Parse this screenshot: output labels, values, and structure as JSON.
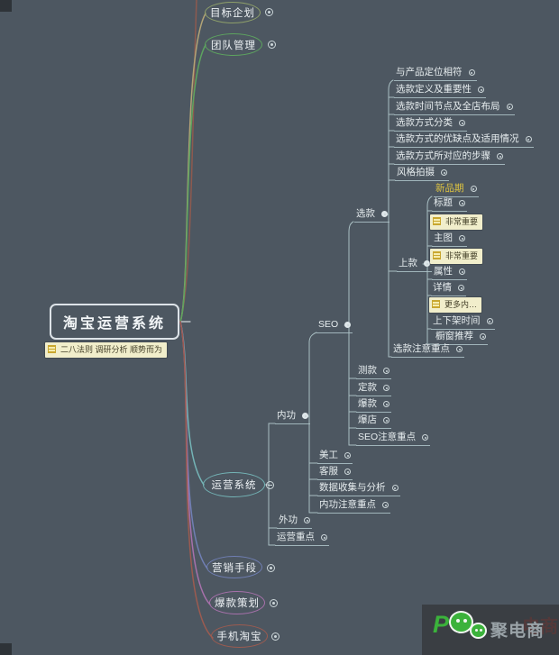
{
  "root": {
    "label": "淘宝运营系统",
    "note": "二八法则 调研分析 顺势而为"
  },
  "branches": [
    {
      "id": "goal",
      "label": "目标企划",
      "color": "#8e9f6a",
      "curve": "#b3a476"
    },
    {
      "id": "team",
      "label": "团队管理",
      "color": "#5da45f",
      "curve": "#5da45f"
    },
    {
      "id": "ops",
      "label": "运营系统",
      "color": "#74b4b6",
      "curve": "#74b4b6",
      "children": [
        {
          "id": "neigong",
          "label": "内功",
          "children": [
            {
              "id": "seo",
              "label": "SEO",
              "children": [
                {
                  "id": "xuankuan",
                  "label": "选款",
                  "children": [
                    {
                      "id": "c1",
                      "label": "与产品定位相符"
                    },
                    {
                      "id": "c2",
                      "label": "选款定义及重要性"
                    },
                    {
                      "id": "c3",
                      "label": "选款时间节点及全店布局"
                    },
                    {
                      "id": "c4",
                      "label": "选款方式分类"
                    },
                    {
                      "id": "c5",
                      "label": "选款方式的优缺点及适用情况"
                    },
                    {
                      "id": "c6",
                      "label": "选款方式所对应的步骤"
                    },
                    {
                      "id": "c7",
                      "label": "风格拍摄"
                    },
                    {
                      "id": "shangkuan",
                      "label": "上款",
                      "children": [
                        {
                          "id": "d1",
                          "label": "新品期",
                          "highlight": true
                        },
                        {
                          "id": "d2",
                          "label": "标题",
                          "note": "非常重要"
                        },
                        {
                          "id": "d3",
                          "label": "主图",
                          "note": "非常重要"
                        },
                        {
                          "id": "d4",
                          "label": "属性"
                        },
                        {
                          "id": "d5",
                          "label": "详情",
                          "note": "更多内…"
                        },
                        {
                          "id": "d6",
                          "label": "上下架时间"
                        },
                        {
                          "id": "d7",
                          "label": "橱窗推荐"
                        }
                      ]
                    },
                    {
                      "id": "c8",
                      "label": "选款注意重点"
                    }
                  ]
                },
                {
                  "id": "s1",
                  "label": "测款"
                },
                {
                  "id": "s2",
                  "label": "定款"
                },
                {
                  "id": "s3",
                  "label": "爆款"
                },
                {
                  "id": "s4",
                  "label": "爆店"
                },
                {
                  "id": "s5",
                  "label": "SEO注意重点"
                }
              ]
            },
            {
              "id": "n1",
              "label": "美工"
            },
            {
              "id": "n2",
              "label": "客服"
            },
            {
              "id": "n3",
              "label": "数据收集与分析"
            },
            {
              "id": "n4",
              "label": "内功注意重点"
            }
          ]
        },
        {
          "id": "waigong",
          "label": "外功"
        },
        {
          "id": "opskey",
          "label": "运营重点"
        }
      ]
    },
    {
      "id": "marketing",
      "label": "营销手段",
      "color": "#707fb4",
      "curve": "#707fb4"
    },
    {
      "id": "hot",
      "label": "爆款策划",
      "color": "#a771ab",
      "curve": "#a771ab"
    },
    {
      "id": "mobile",
      "label": "手机淘宝",
      "color": "#9c5b50",
      "curve": "#9c5b50"
    }
  ],
  "colors": {
    "background": "#4d5761",
    "line": "#a9bfc3",
    "text": "#e7edef",
    "highlight": "#ddc341",
    "note_bg": "#f1eecb",
    "cutoff_branch": "#8d5a4f",
    "junction_stub": "#cfd6d9"
  },
  "watermark": {
    "letter": "P",
    "brand": "聚电商",
    "shadow": "电商"
  }
}
